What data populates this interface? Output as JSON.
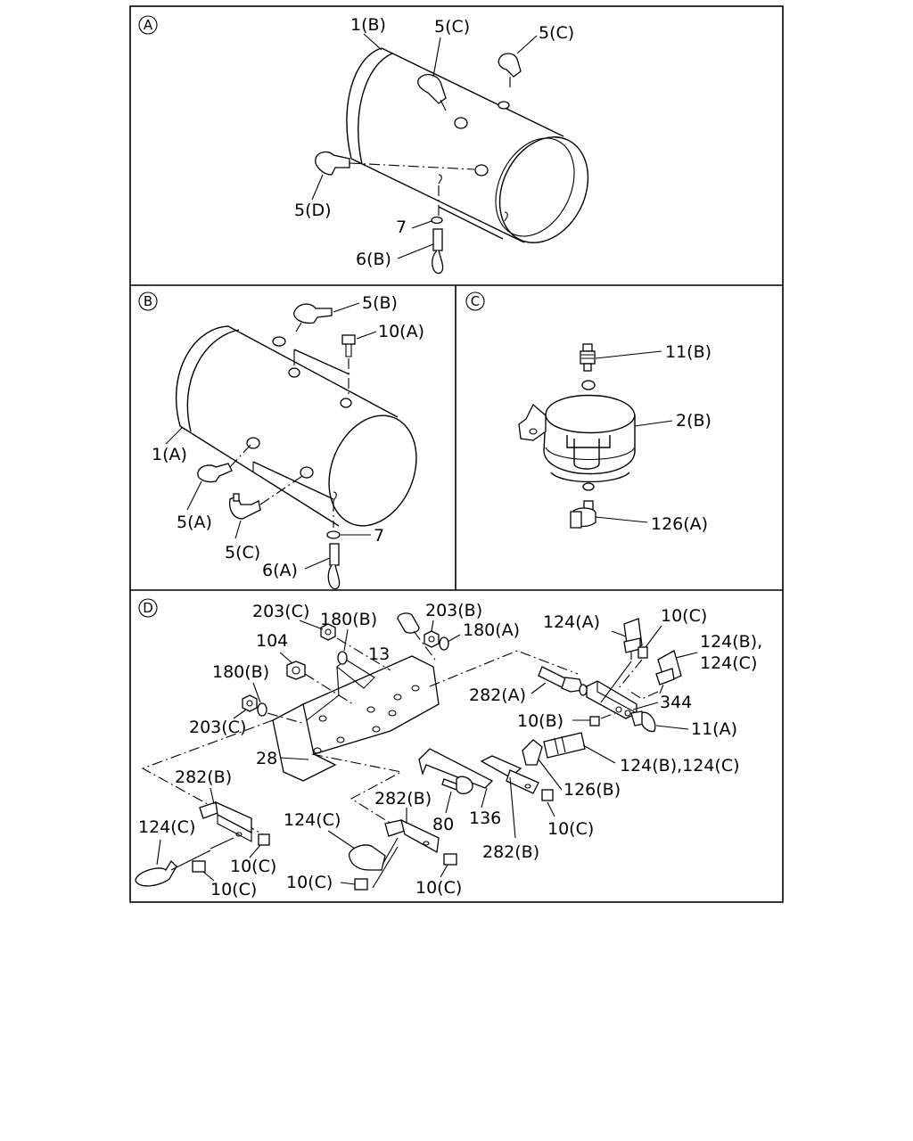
{
  "panels": {
    "a": {
      "letter": "A",
      "labels": {
        "l_1b": "1(B)",
        "l_5c_1": "5(C)",
        "l_5c_2": "5(C)",
        "l_5d": "5(D)",
        "l_7": "7",
        "l_6b": "6(B)"
      }
    },
    "b": {
      "letter": "B",
      "labels": {
        "l_5b": "5(B)",
        "l_10a": "10(A)",
        "l_1a": "1(A)",
        "l_5a": "5(A)",
        "l_5c": "5(C)",
        "l_7": "7",
        "l_6a": "6(A)"
      }
    },
    "c": {
      "letter": "C",
      "labels": {
        "l_11b": "11(B)",
        "l_2b": "2(B)",
        "l_126a": "126(A)"
      }
    },
    "d": {
      "letter": "D",
      "labels": {
        "l_203c_1": "203(C)",
        "l_180b_1": "180(B)",
        "l_203b": "203(B)",
        "l_180a": "180(A)",
        "l_124a": "124(A)",
        "l_10c_1": "10(C)",
        "l_124b_1": "124(B),",
        "l_124c_1": "124(C)",
        "l_104": "104",
        "l_13": "13",
        "l_180b_2": "180(B)",
        "l_282a": "282(A)",
        "l_344": "344",
        "l_10b": "10(B)",
        "l_11a": "11(A)",
        "l_203c_2": "203(C)",
        "l_28": "28",
        "l_124bc": "124(B),124(C)",
        "l_282b_1": "282(B)",
        "l_126b": "126(B)",
        "l_282b_2": "282(B)",
        "l_80": "80",
        "l_136": "136",
        "l_10c_2": "10(C)",
        "l_124c_2": "124(C)",
        "l_124c_3": "124(C)",
        "l_282b_3": "282(B)",
        "l_10c_3": "10(C)",
        "l_10c_4": "10(C)",
        "l_10c_5": "10(C)",
        "l_10c_6": "10(C)"
      }
    }
  }
}
